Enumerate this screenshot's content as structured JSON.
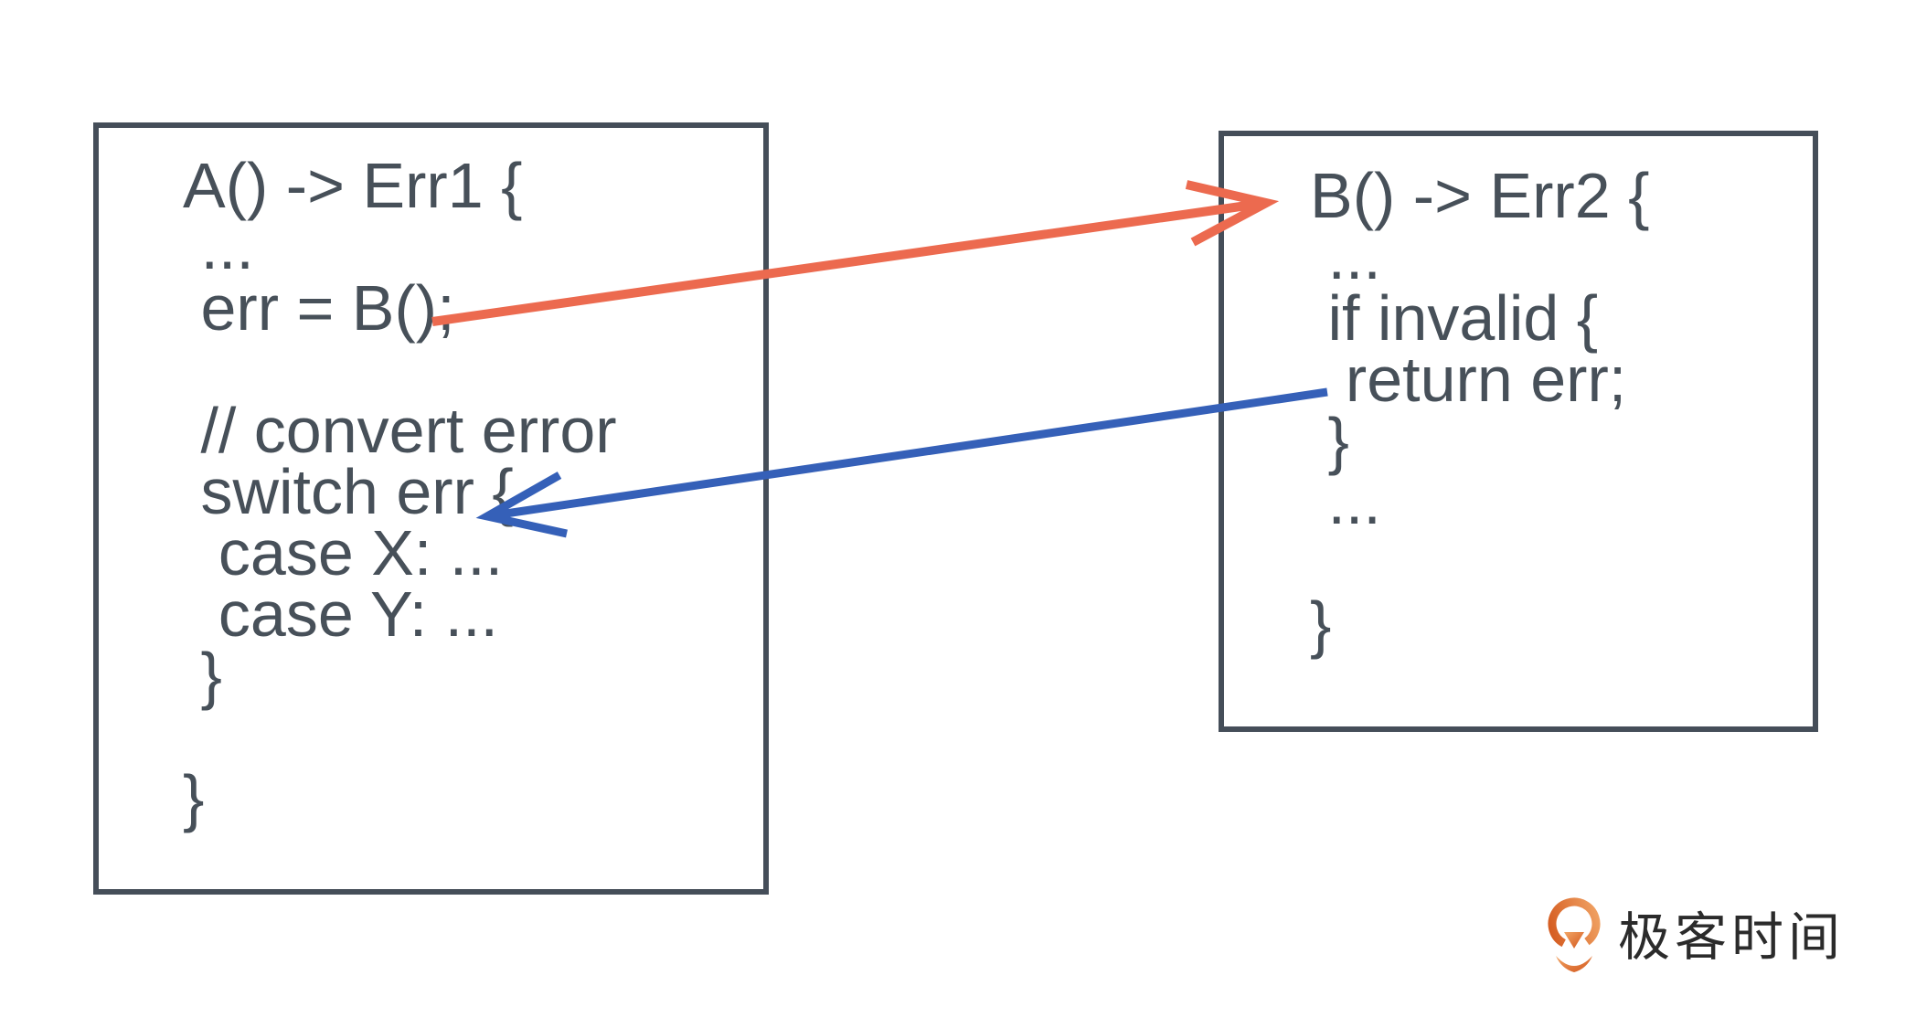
{
  "left_box": {
    "lines": [
      "A() -> Err1 {",
      " ...",
      " err = B();",
      "",
      " // convert error",
      " switch err {",
      "  case X: ...",
      "  case Y: ...",
      " }",
      "",
      "}"
    ]
  },
  "right_box": {
    "lines": [
      "B() -> Err2 {",
      " ...",
      " if invalid {",
      "  return err;",
      " }",
      " ...",
      "",
      "}"
    ]
  },
  "arrows": {
    "call": {
      "color": "#EC6A4F",
      "from": "err = B();",
      "to": "B() -> Err2 {",
      "direction": "left-to-right"
    },
    "return": {
      "color": "#3560B8",
      "from": "return err;",
      "to": "switch err {",
      "direction": "right-to-left"
    }
  },
  "colors": {
    "code_text": "#475059",
    "box_border": "#454E59",
    "background": "#FFFFFF",
    "logo_orange": "#DD6A24"
  },
  "logo": {
    "text": "极客时间"
  }
}
